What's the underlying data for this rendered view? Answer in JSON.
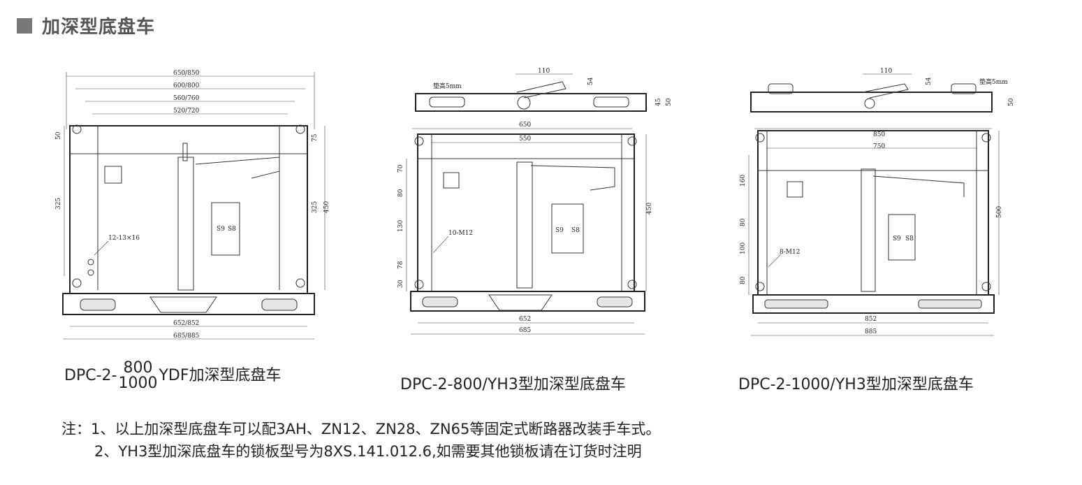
{
  "header": {
    "title": "加深型底盘车"
  },
  "drawings": [
    {
      "dims": {
        "top": [
          "650/850",
          "600/800",
          "560/760",
          "520/720"
        ],
        "bottom": [
          "652/852",
          "685/885"
        ],
        "left": [
          "50",
          "325"
        ],
        "right": [
          "75",
          "325",
          "450"
        ],
        "hole": "12-13×16",
        "labels": [
          "S9",
          "S8"
        ]
      }
    },
    {
      "dims": {
        "topview": [
          "110",
          "54",
          "45",
          "50"
        ],
        "pad": "垫高5mm",
        "top": [
          "650",
          "550"
        ],
        "bottom": [
          "652",
          "685"
        ],
        "left": [
          "70",
          "80",
          "130",
          "78",
          "30"
        ],
        "right": [
          "450"
        ],
        "hole": "10-M12",
        "labels": [
          "S9",
          "S8"
        ]
      }
    },
    {
      "dims": {
        "topview": [
          "110",
          "54",
          "50"
        ],
        "pad": "垫高5mm",
        "top": [
          "850",
          "750"
        ],
        "bottom": [
          "852",
          "885"
        ],
        "left": [
          "160",
          "80",
          "100",
          "80"
        ],
        "right": [
          "500"
        ],
        "hole": "8-M12",
        "labels": [
          "S9",
          "S8"
        ]
      }
    }
  ],
  "captions": {
    "c1_prefix": "DPC-2-",
    "c1_num": "800",
    "c1_den": "1000",
    "c1_suffix": "YDF加深型底盘车",
    "c2": "DPC-2-800/YH3型加深型底盘车",
    "c3": "DPC-2-1000/YH3型加深型底盘车"
  },
  "notes": {
    "line1": "注：1、以上加深型底盘车可以配3AH、ZN12、ZN28、ZN65等固定式断路器改装手车式。",
    "line2": "2、YH3型加深底盘车的锁板型号为8XS.141.012.6,如需要其他锁板请在订货时注明"
  }
}
